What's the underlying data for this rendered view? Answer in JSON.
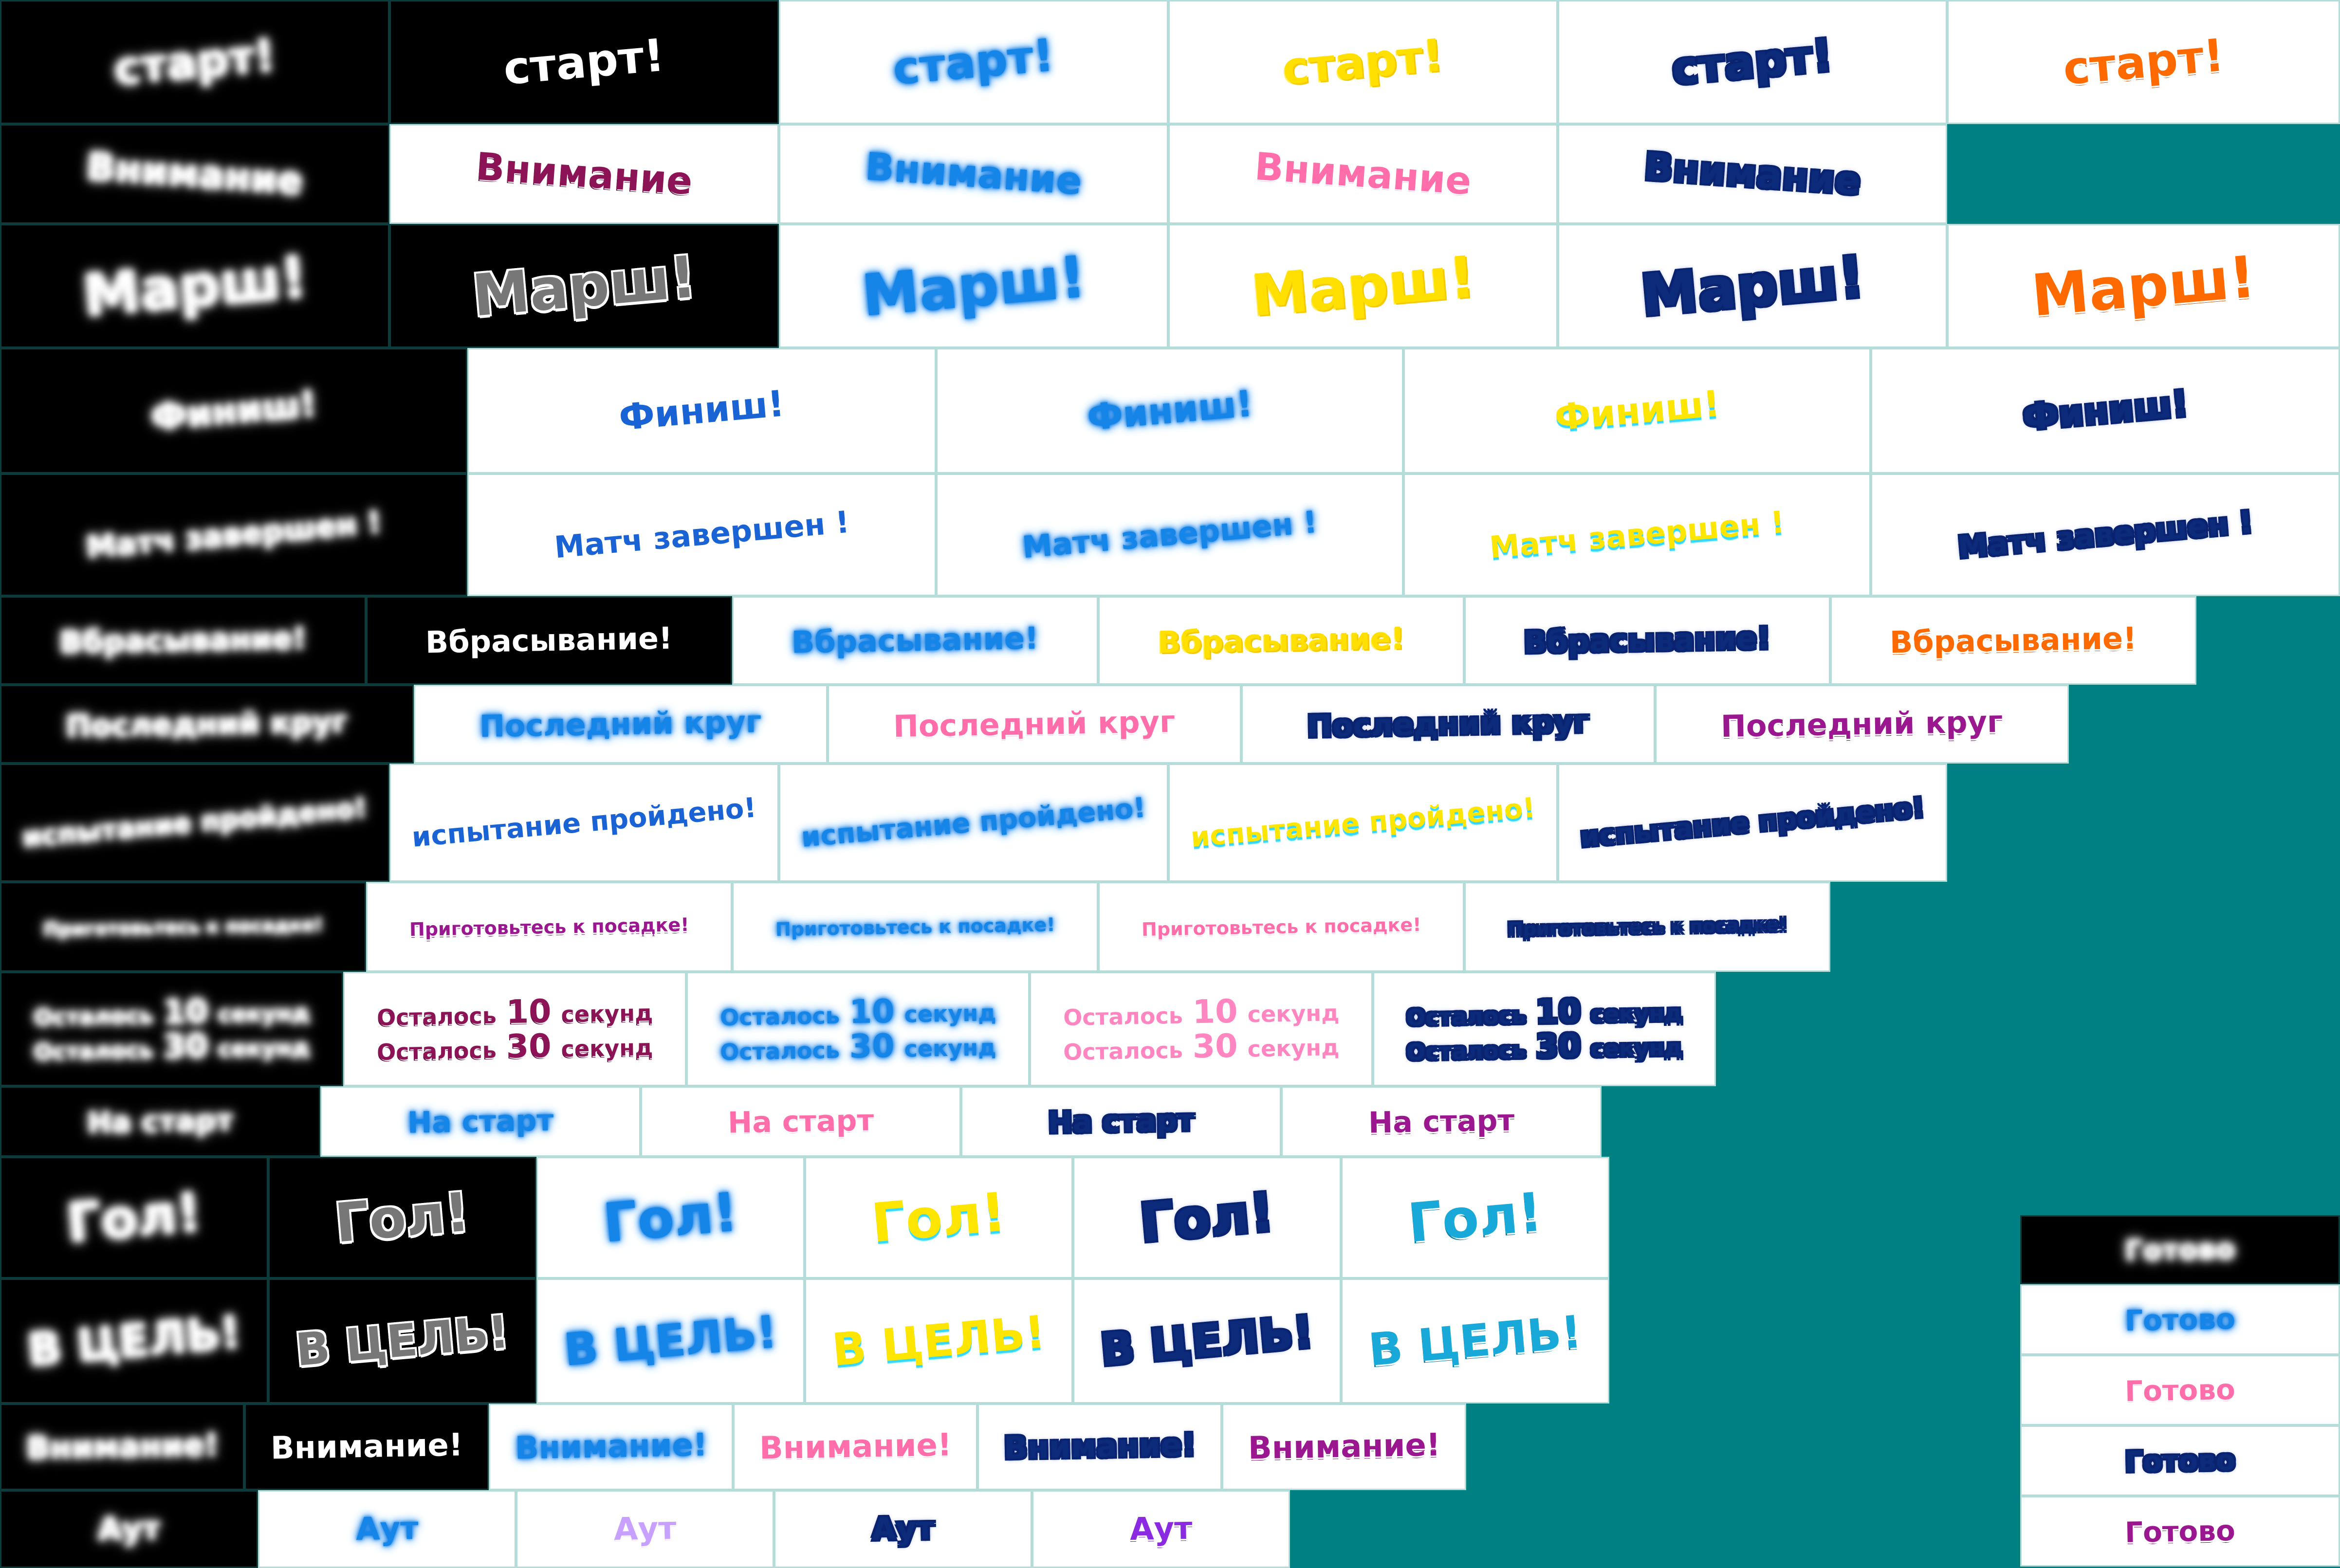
{
  "colors": {
    "sheet_background": "#008080",
    "blue": "#1585e8",
    "navy": "#0c2a7a",
    "yellow": "#ffe000",
    "pink": "#ff6eaa",
    "orange": "#ff6a00",
    "magenta": "#9a1790",
    "cyan": "#19a9d8",
    "purple": "#8a2be2"
  },
  "sprites": {
    "start": "старт!",
    "attention": "Внимание",
    "march": "Марш!",
    "finish": "Финиш!",
    "match_over": "Матч завершен !",
    "throw_in": "Вбрасывание!",
    "last_lap": "Последний круг",
    "trial_passed": "испытание пройдено!",
    "prepare_landing": "Приготовьтесь к посадке!",
    "left_10": [
      "Осталось",
      "10",
      "секунд"
    ],
    "left_30": [
      "Осталось",
      "30",
      "секунд"
    ],
    "on_start": "На старт",
    "goal": "Гол!",
    "on_target": "В ЦЕЛЬ!",
    "attention_excl": "Внимание!",
    "out": "Аут",
    "ready": "Готово"
  }
}
